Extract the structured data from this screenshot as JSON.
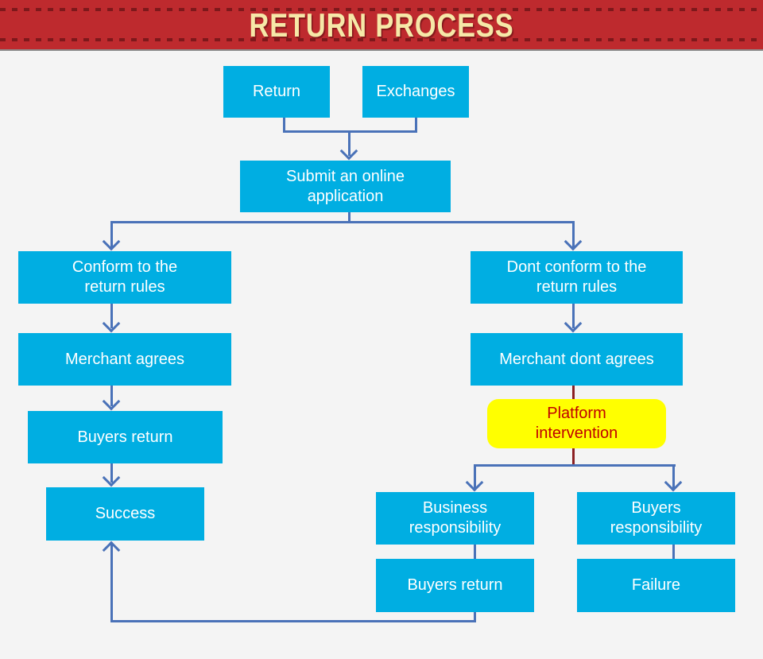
{
  "header": {
    "title": "RETURN PROCESS"
  },
  "colors": {
    "banner_bg": "#be2a2e",
    "banner_dash": "#7d181b",
    "banner_text": "#f6e8a8",
    "node_fill": "#00aee2",
    "connector_blue": "#4a72b8",
    "connector_red": "#8b2023",
    "highlight_bg": "#ffff00",
    "highlight_text": "#c00000"
  },
  "nodes": {
    "return": {
      "label": "Return"
    },
    "exchanges": {
      "label": "Exchanges"
    },
    "submit": {
      "label": "Submit an online application"
    },
    "conform": {
      "label": "Conform to the return rules"
    },
    "dont_conform": {
      "label": "Dont conform to the return rules"
    },
    "merchant_agrees": {
      "label": "Merchant agrees"
    },
    "merchant_dont_agrees": {
      "label": "Merchant dont agrees"
    },
    "platform": {
      "label": "Platform intervention"
    },
    "buyers_return_left": {
      "label": "Buyers return"
    },
    "success": {
      "label": "Success"
    },
    "business_resp": {
      "label": "Business responsibility"
    },
    "buyers_resp": {
      "label": "Buyers responsibility"
    },
    "buyers_return_bottom": {
      "label": "Buyers return"
    },
    "failure": {
      "label": "Failure"
    }
  },
  "edges": [
    {
      "from": "Return",
      "to": "Submit an online application",
      "style": "arrow",
      "color": "blue"
    },
    {
      "from": "Exchanges",
      "to": "Submit an online application",
      "style": "arrow",
      "color": "blue"
    },
    {
      "from": "Submit an online application",
      "to": "Conform to the return rules",
      "style": "arrow",
      "color": "blue"
    },
    {
      "from": "Submit an online application",
      "to": "Dont conform to the return rules",
      "style": "arrow",
      "color": "blue"
    },
    {
      "from": "Conform to the return rules",
      "to": "Merchant agrees",
      "style": "arrow",
      "color": "blue"
    },
    {
      "from": "Merchant agrees",
      "to": "Buyers return",
      "style": "arrow",
      "color": "blue"
    },
    {
      "from": "Buyers return",
      "to": "Success",
      "style": "arrow",
      "color": "blue"
    },
    {
      "from": "Dont conform to the return rules",
      "to": "Merchant dont agrees",
      "style": "arrow",
      "color": "blue"
    },
    {
      "from": "Merchant dont agrees",
      "to": "Platform intervention",
      "style": "line",
      "color": "red"
    },
    {
      "from": "Platform intervention",
      "to": "Business responsibility",
      "style": "arrow",
      "color": "blue"
    },
    {
      "from": "Platform intervention",
      "to": "Buyers responsibility",
      "style": "arrow",
      "color": "blue"
    },
    {
      "from": "Business responsibility",
      "to": "Buyers return",
      "style": "line",
      "color": "blue"
    },
    {
      "from": "Buyers responsibility",
      "to": "Failure",
      "style": "line",
      "color": "blue"
    },
    {
      "from": "Buyers return",
      "to": "Success",
      "style": "arrow",
      "color": "blue"
    }
  ]
}
